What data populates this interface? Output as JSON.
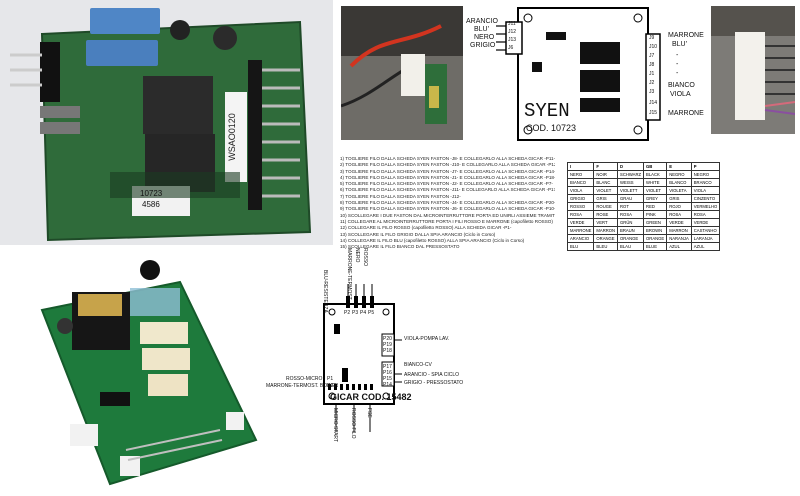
{
  "photo1": {
    "label_top": "4586",
    "label_mid": "10723",
    "label_side": "WSAO0120"
  },
  "syen": {
    "left_pins": [
      "J11",
      "J12",
      "J13",
      "J6"
    ],
    "left_wires": [
      "ARANCIO",
      "BLU'",
      "NERO",
      "GRIGIO"
    ],
    "right_pins": [
      "J9",
      "J10",
      "J7",
      "J8",
      "J1",
      "J2",
      "J3",
      "J14",
      "J15"
    ],
    "right_wires": [
      "MARRONE",
      "BLU'",
      "-",
      "-",
      "-",
      "BIANCO",
      "VIOLA",
      "",
      "MARRONE"
    ],
    "brand": "SYEN",
    "code": "COD. 10723"
  },
  "instructions": [
    "1) TOGLIERE FILO DALLA SCHEDA SYEN FASTON -J8- E COLLEGARLO ALLA SCHEDA GICAR -P11-",
    "2) TOGLIERE FILO DALLA SCHEDA SYEN FASTON -J10- E COLLEGARLO ALLA SCHEDA GICAR -P12-",
    "3) TOGLIERE FILO DALLA SCHEDA SYEN FASTON -J7- E COLLEGARLO ALLA SCHEDA GICAR -P14-",
    "4) TOGLIERE FILO DALLA SCHEDA SYEN FASTON -J1- E COLLEGARLO ALLA SCHEDA GICAR -P18-",
    "5) TOGLIERE FILO DALLA SCHEDA SYEN FASTON -J2- E COLLEGARLO ALLA SCHEDA GICAR -P7-",
    "6) TOGLIERE FILO DALLA SCHEDA SYEN FASTON -J11- E COLLEGARLO ALLA SCHEDA GICAR -P17-",
    "7) TOGLIERE FILO DALLA SCHEDA SYEN FASTON -J12-",
    "8) TOGLIERE FILO DALLA SCHEDA SYEN FASTON -J4- E COLLEGARLO ALLA SCHEDA GICAR -P20-",
    "9) TOGLIERE FILO DALLA SCHEDA SYEN FASTON -J6- E COLLEGARLO ALLA SCHEDA GICAR -P10-",
    "10) SCOLLEGARE I DUE FASTON DAL MICROINTERRUTTORE PORTA ED UNIRLI ASSIEME TRAMITE MORSETTO FASTON",
    "11) COLLEGARE AL MICROINTERRUTTORE PORTA I FILI ROSSO E MARRONE (capofiletto ROSSO)",
    "12) COLLEGARE IL FILO ROSSO (capofiletto ROSSO) ALLA SCHEDA GICAR -P1-",
    "13) SCOLLEGARE IL FILO GRIGIO DALLA SPIA ARANCIO (Ciclo in Corso)",
    "14) COLLEGARE IL FILO BLU (capofiletto ROSSO) ALLA SPIA ARANCIO (Ciclo in Corso)",
    "15) SCOLLEGARE IL FILO BIANCO DAL PRESSOSTATO"
  ],
  "color_table": {
    "headers": [
      "I",
      "F",
      "D",
      "GB",
      "E",
      "P"
    ],
    "rows": [
      [
        "NERO",
        "NOIR",
        "SCHWARZ",
        "BLACK",
        "NEGRO",
        "NEGRO"
      ],
      [
        "BIANCO",
        "BLANC",
        "WEISS",
        "WHITE",
        "BLANCO",
        "BRANCO"
      ],
      [
        "VIOLA",
        "VIOLET",
        "VIOLETT",
        "VIOLET",
        "VIOLETA",
        "VIOLA"
      ],
      [
        "GRIGIO",
        "GRIS",
        "GRAU",
        "GREY",
        "GRIS",
        "CINZENTO"
      ],
      [
        "ROSSO",
        "ROUGE",
        "ROT",
        "RED",
        "ROJO",
        "VERMELHO"
      ],
      [
        "ROSA",
        "ROSE",
        "ROSA",
        "PINK",
        "ROSA",
        "ROSA"
      ],
      [
        "VERDE",
        "VERT",
        "GRÜN",
        "GREEN",
        "VERDE",
        "VERDE"
      ],
      [
        "MARRONE",
        "MARRON",
        "BRAUN",
        "BROWN",
        "MARRON",
        "CASTANHO"
      ],
      [
        "ARANCIO",
        "ORANGE",
        "ORANGE",
        "ORANGE",
        "NARANJA",
        "LARANJA"
      ],
      [
        "BLU",
        "BLEU",
        "BLAU",
        "BLUE",
        "AZUL",
        "AZUL"
      ]
    ]
  },
  "gicar": {
    "title": "GICAR COD. 15482",
    "top_pins": [
      "P2",
      "P3",
      "P4",
      "P5"
    ],
    "right_labels": [
      "VIOLA-POMPA LAV.",
      "BIANCO-CV",
      "ARANCIO - SPIA CICLO",
      "GRIGIO - PRESSOSTATO"
    ],
    "right_pins": [
      "P20",
      "P19",
      "P18",
      "P17",
      "P16",
      "P15",
      "P14"
    ],
    "left_labels": [
      "ROSSO-MICRO",
      "MARRONE-TERMOST. BOILER"
    ],
    "left_pins": [
      "P1",
      "P21"
    ],
    "bottom_labels": [
      "MICRO START",
      "ROSSO FILO",
      "FSE"
    ],
    "top_labels": [
      "BLU-RESISTENZA",
      "MARRONE-TERMOST.",
      "NERO",
      "ROSSO"
    ]
  }
}
